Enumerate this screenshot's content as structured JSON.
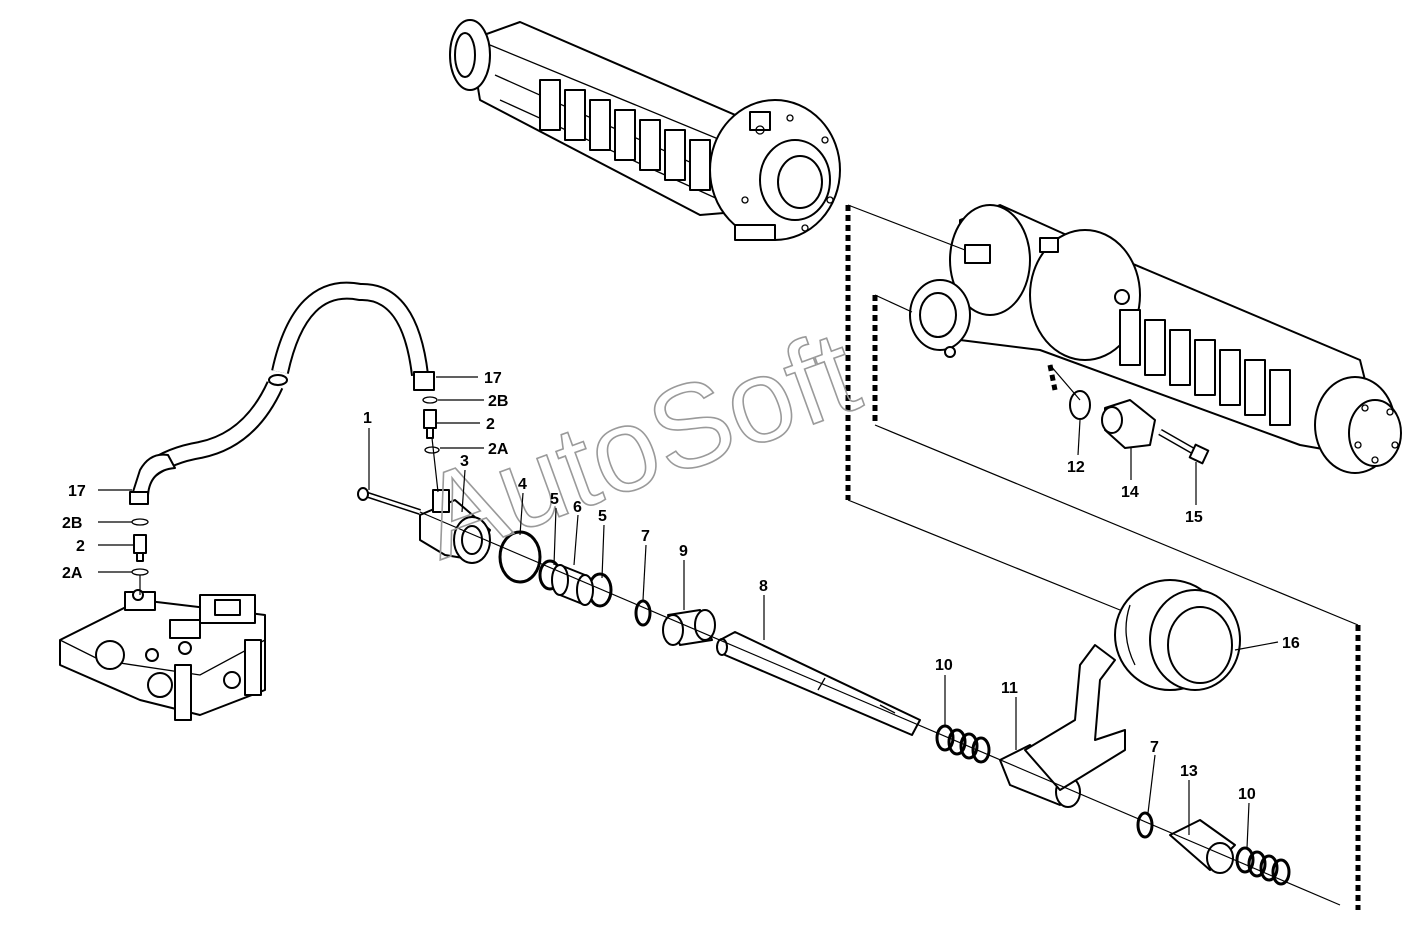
{
  "watermark": "AutoSoft",
  "labels": {
    "p1": "1",
    "p2_left": "2",
    "p2_top": "2",
    "p2A_left": "2A",
    "p2A_top": "2A",
    "p2B_left": "2B",
    "p2B_top": "2B",
    "p3": "3",
    "p4": "4",
    "p5_a": "5",
    "p5_b": "5",
    "p6": "6",
    "p7_a": "7",
    "p7_b": "7",
    "p8": "8",
    "p9": "9",
    "p10_a": "10",
    "p10_b": "10",
    "p11": "11",
    "p12": "12",
    "p13": "13",
    "p14": "14",
    "p15": "15",
    "p16": "16",
    "p17_left": "17",
    "p17_top": "17"
  }
}
